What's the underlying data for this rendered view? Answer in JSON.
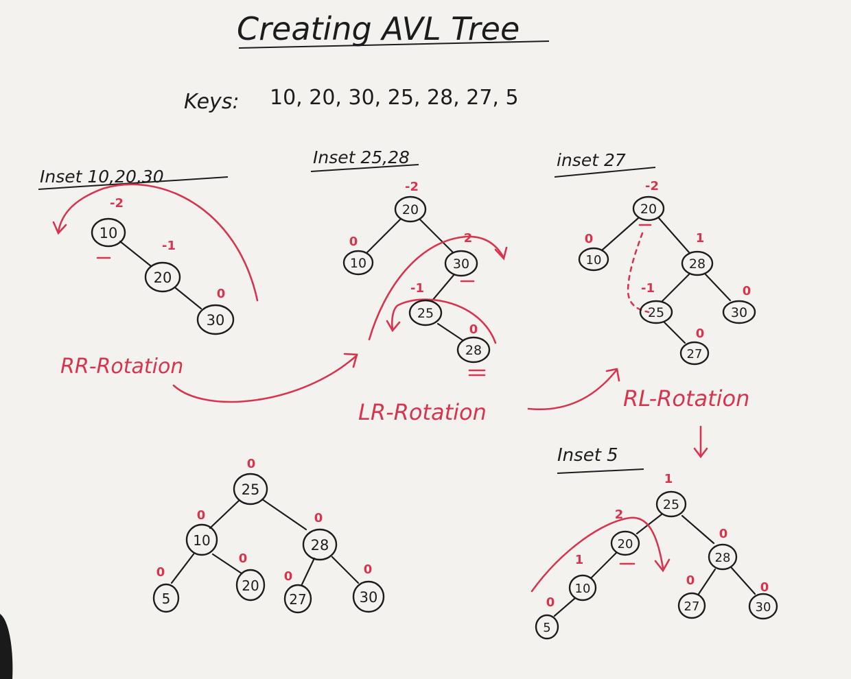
{
  "title": "Creating AVL Tree",
  "keys_label": "Keys:",
  "keys_value": "10, 20, 30, 25, 28, 27, 5",
  "step_labels": {
    "insert_1": "Inset 10,20,30",
    "insert_2": "Inset 25,28",
    "insert_3": "inset 27",
    "insert_4": "Inset 5"
  },
  "rotations": {
    "rr": "RR-Rotation",
    "lr": "LR-Rotation",
    "rl": "RL-Rotation"
  },
  "trees": {
    "t1": {
      "n10": {
        "key": "10",
        "bf": "-2"
      },
      "n20": {
        "key": "20",
        "bf": "-1"
      },
      "n30": {
        "key": "30",
        "bf": "0"
      }
    },
    "t2": {
      "n20": {
        "key": "20",
        "bf": "-2"
      },
      "n10": {
        "key": "10",
        "bf": "0"
      },
      "n30": {
        "key": "30",
        "bf": "2"
      },
      "n25": {
        "key": "25",
        "bf": "-1"
      },
      "n28": {
        "key": "28",
        "bf": "0"
      }
    },
    "t3": {
      "n20": {
        "key": "20",
        "bf": "-2"
      },
      "n10": {
        "key": "10",
        "bf": "0"
      },
      "n28": {
        "key": "28",
        "bf": "1"
      },
      "n25": {
        "key": "25",
        "bf": "-1"
      },
      "n30": {
        "key": "30",
        "bf": "0"
      },
      "n27": {
        "key": "27",
        "bf": "0"
      }
    },
    "t4": {
      "n25": {
        "key": "25",
        "bf": "0"
      },
      "n10": {
        "key": "10",
        "bf": "0"
      },
      "n28": {
        "key": "28",
        "bf": "0"
      },
      "n5": {
        "key": "5",
        "bf": "0"
      },
      "n20": {
        "key": "20",
        "bf": "0"
      },
      "n27": {
        "key": "27",
        "bf": "0"
      },
      "n30": {
        "key": "30",
        "bf": "0"
      }
    },
    "t5": {
      "n25": {
        "key": "25",
        "bf": "1"
      },
      "n20": {
        "key": "20",
        "bf": "2"
      },
      "n28": {
        "key": "28",
        "bf": "0"
      },
      "n10": {
        "key": "10",
        "bf": "1"
      },
      "n5": {
        "key": "5",
        "bf": "0"
      },
      "n27": {
        "key": "27",
        "bf": "0"
      },
      "n30": {
        "key": "30",
        "bf": "0"
      }
    }
  }
}
